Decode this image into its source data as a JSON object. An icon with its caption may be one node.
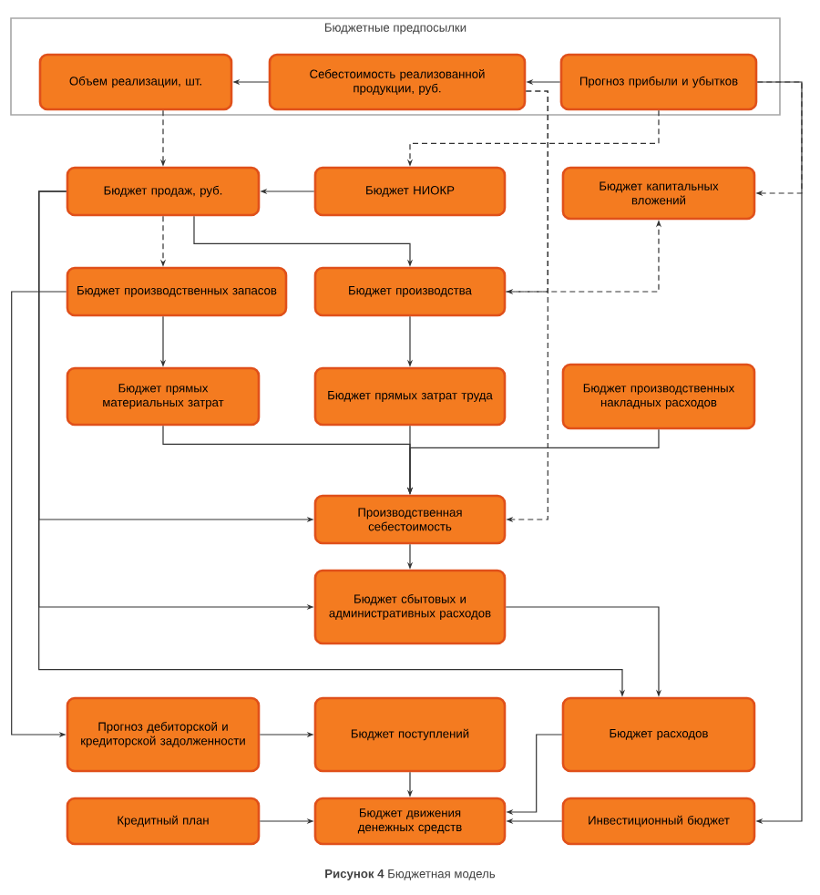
{
  "diagram": {
    "caption": "**Рисунок 4** Бюджетная модель",
    "nodes": [
      {
        "text": [
          "Бюджетные предпосылки"
        ]
      },
      {
        "text": [
          "Объем реализации, шт."
        ],
        "in": 0
      },
      {
        "text": [
          "Себестоимость реализованной продукции, руб."
        ],
        "in": 0
      },
      {
        "text": [
          "Прогноз прибыли и убытков"
        ],
        "in": 0
      },
      {
        "text": [
          "Бюджет продаж, руб."
        ]
      },
      {
        "text": [
          "Бюджет НИОКР"
        ]
      },
      {
        "text": [
          "Бюджет капитальных вложений"
        ]
      },
      {
        "text": [
          "Бюджет производственных запасов"
        ]
      },
      {
        "text": [
          "Бюджет производства"
        ]
      },
      {
        "text": [
          "Бюджет прямых материальных затрат"
        ]
      },
      {
        "text": [
          "Бюджет прямых затрат труда"
        ]
      },
      {
        "text": [
          "Бюджет производственных накладных расходов"
        ]
      },
      {
        "text": [
          "Производственная себестоимость"
        ]
      },
      {
        "text": [
          "Бюджет сбытовых и административных расходов"
        ]
      },
      {
        "text": [
          "Прогноз дебиторской и кредиторской задолженности"
        ]
      },
      {
        "text": [
          "Бюджет поступлений"
        ]
      },
      {
        "text": [
          "Бюджет расходов"
        ]
      },
      {
        "text": [
          "Кредитный план"
        ]
      },
      {
        "text": [
          "Бюджет движения денежных средств"
        ]
      },
      {
        "text": [
          "Инвестиционный бюджет"
        ]
      }
    ],
    "edges": [
      {
        "from": 2,
        "to": 1,
        "arrow": "to"
      },
      {
        "from": 3,
        "to": 2,
        "arrow": "to"
      },
      {
        "from": 1,
        "to": 4,
        "arrow": "to",
        "style": "dashed"
      },
      {
        "from": 3,
        "to": 5,
        "arrow": "to",
        "style": "dashed"
      },
      {
        "from": 5,
        "to": 4,
        "arrow": "to"
      },
      {
        "from": 4,
        "to": 7,
        "arrow": "to",
        "style": "dashed"
      },
      {
        "from": 4,
        "to": 8,
        "arrow": "to"
      },
      {
        "from": 2,
        "to": 8,
        "arrow": "to",
        "style": "dashed"
      },
      {
        "from": 8,
        "to": 6,
        "arrow": "to",
        "style": "dashed"
      },
      {
        "from": 3,
        "to": 6,
        "arrow": "to",
        "style": "dashed"
      },
      {
        "from": 3,
        "to": 19,
        "arrow": "to"
      },
      {
        "from": 7,
        "to": 9,
        "arrow": "to"
      },
      {
        "from": 8,
        "to": 10,
        "arrow": "to"
      },
      {
        "from": 9,
        "to": 12,
        "arrow": "to"
      },
      {
        "from": 10,
        "to": 12,
        "arrow": "to"
      },
      {
        "from": 11,
        "to": 12,
        "arrow": "to"
      },
      {
        "from": 2,
        "to": 12,
        "arrow": "to",
        "style": "dashed"
      },
      {
        "from": 12,
        "to": 13,
        "arrow": "to"
      },
      {
        "from": 4,
        "to": 12,
        "arrow": "to"
      },
      {
        "from": 4,
        "to": 13,
        "arrow": "to"
      },
      {
        "from": 4,
        "to": 16,
        "arrow": "to"
      },
      {
        "from": 13,
        "to": 16,
        "arrow": "to"
      },
      {
        "from": 7,
        "to": 14,
        "arrow": "to"
      },
      {
        "from": 14,
        "to": 15,
        "arrow": "to"
      },
      {
        "from": 15,
        "to": 18,
        "arrow": "to"
      },
      {
        "from": 16,
        "to": 18,
        "arrow": "to"
      },
      {
        "from": 19,
        "to": 18,
        "arrow": "to"
      },
      {
        "from": 17,
        "to": 18,
        "arrow": "to"
      }
    ]
  }
}
